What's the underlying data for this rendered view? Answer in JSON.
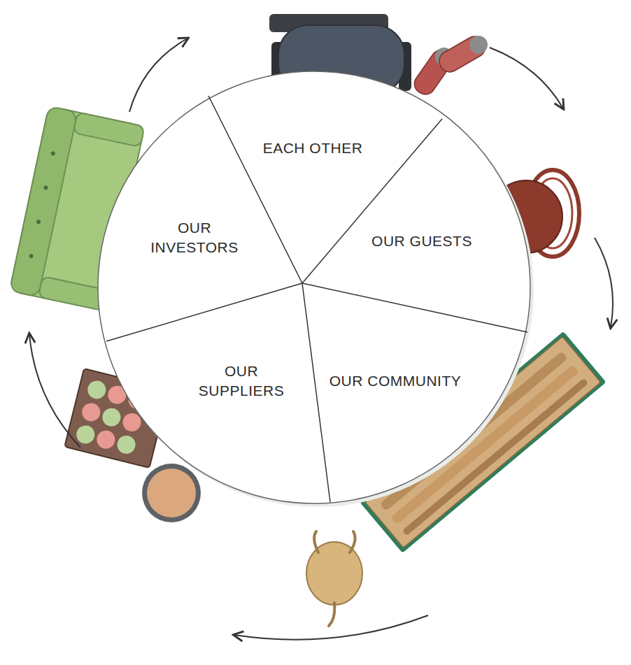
{
  "diagram": {
    "nodes": [
      {
        "text": [
          "EACH OTHER"
        ]
      },
      {
        "text": [
          "OUR GUESTS"
        ]
      },
      {
        "text": [
          "OUR COMMUNITY"
        ]
      },
      {
        "text": [
          "OUR SUPPLIERS"
        ]
      },
      {
        "text": [
          "OUR INVESTORS"
        ]
      }
    ]
  }
}
